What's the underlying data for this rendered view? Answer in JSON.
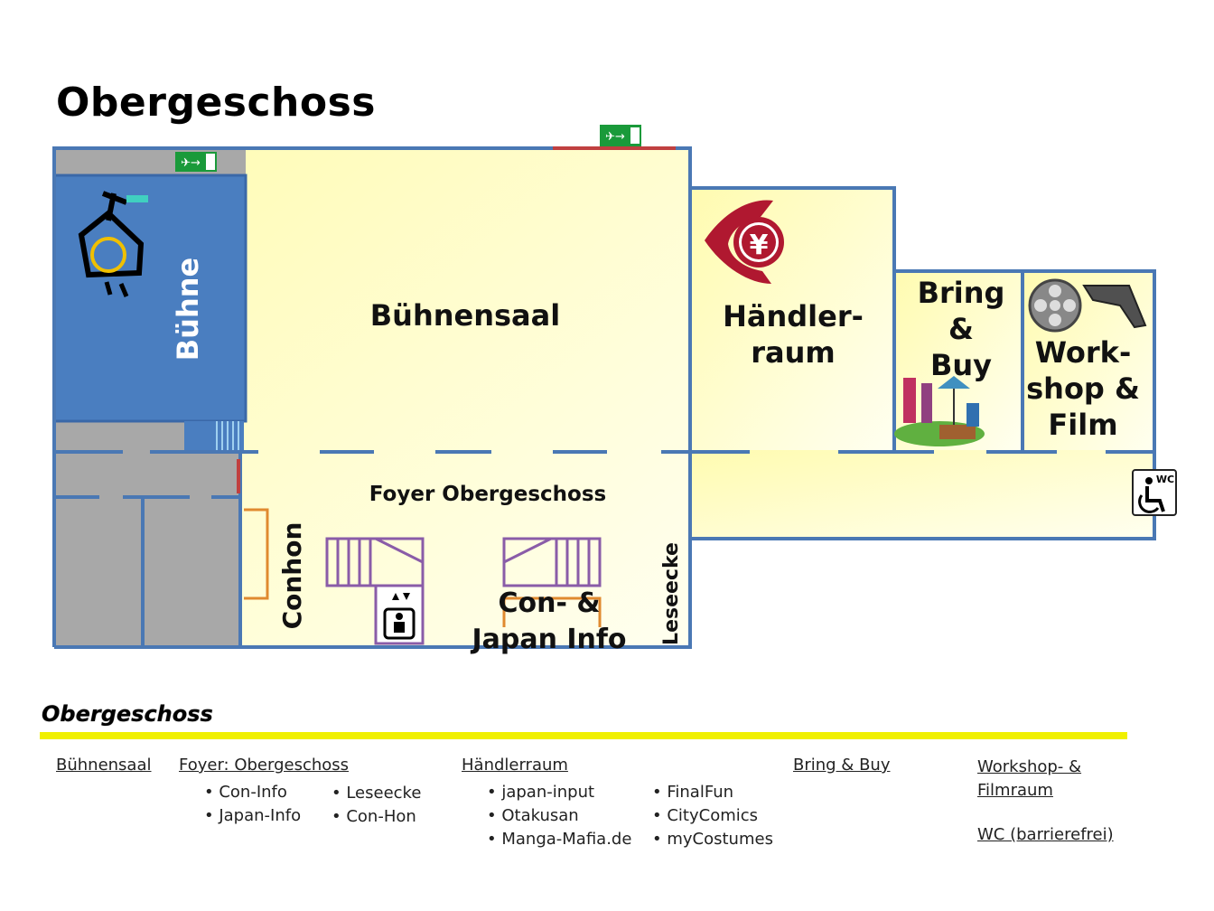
{
  "title": "Obergeschoss",
  "rooms": {
    "stage": "Bühne",
    "stage_hall": "Bühnensaal",
    "dealer": [
      "Händler-",
      "raum"
    ],
    "bring_buy": [
      "Bring",
      "&",
      "Buy"
    ],
    "workshop": [
      "Work-",
      "shop &",
      "Film"
    ],
    "foyer": "Foyer Obergeschoss",
    "conhon": "Conhon",
    "info": [
      "Con- &",
      "Japan Info"
    ],
    "reading": "Leseecke"
  },
  "icons": {
    "emergency_exit": "emergency-exit-sign",
    "stage_light": "spotlight-icon",
    "yen": "yen-coin-icon",
    "film": "film-reel-icon",
    "wheelchair_wc": "wheelchair-wc-icon",
    "elevator": "elevator-icon"
  },
  "wc_label": "WC",
  "legend": {
    "heading": "Obergeschoss",
    "columns": [
      {
        "title": "Bühnensaal",
        "items": []
      },
      {
        "title": "Foyer: Obergeschoss",
        "items": [
          "Con-Info",
          "Japan-Info"
        ],
        "items2": [
          "Leseecke",
          "Con-Hon"
        ]
      },
      {
        "title": "Händlerraum",
        "items": [
          "japan-input",
          "Otakusan",
          "Manga-Mafia.de"
        ],
        "items2": [
          "FinalFun",
          "CityComics",
          "myCostumes"
        ]
      },
      {
        "title": "Bring & Buy",
        "items": []
      },
      {
        "title": "Workshop- & Filmraum",
        "items": []
      },
      {
        "title": "WC (barrierefrei)",
        "items": []
      }
    ]
  },
  "colors": {
    "floor": "#ffffc8",
    "stage": "#4a7ec0",
    "walls": "#4a78b4",
    "grey_area": "#a8a8a8",
    "legend_line": "#f0f000"
  }
}
